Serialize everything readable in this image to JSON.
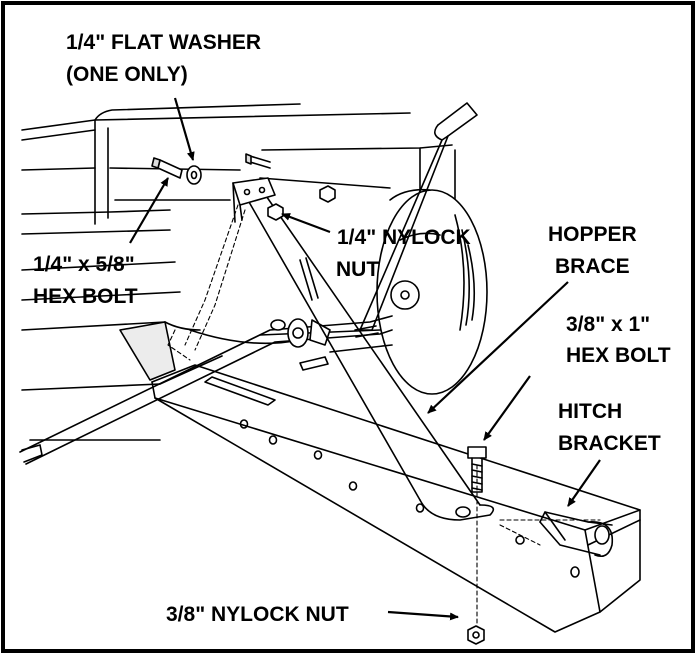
{
  "diagram": {
    "labels": {
      "flat_washer_line1": "1/4\" FLAT WASHER",
      "flat_washer_line2": "(ONE ONLY)",
      "hex_bolt_small_line1": "1/4\" x 5/8\"",
      "hex_bolt_small_line2": "HEX BOLT",
      "nylock_nut_small_line1": "1/4\" NYLOCK",
      "nylock_nut_small_line2": "NUT",
      "hopper_brace_line1": "HOPPER",
      "hopper_brace_line2": "BRACE",
      "hex_bolt_large_line1": "3/8\" x 1\"",
      "hex_bolt_large_line2": "HEX BOLT",
      "hitch_bracket_line1": "HITCH",
      "hitch_bracket_line2": "BRACKET",
      "nylock_nut_large": "3/8\" NYLOCK NUT"
    },
    "colors": {
      "ink": "#000000",
      "paper": "#ffffff",
      "shade": "#d9d9d9"
    }
  }
}
